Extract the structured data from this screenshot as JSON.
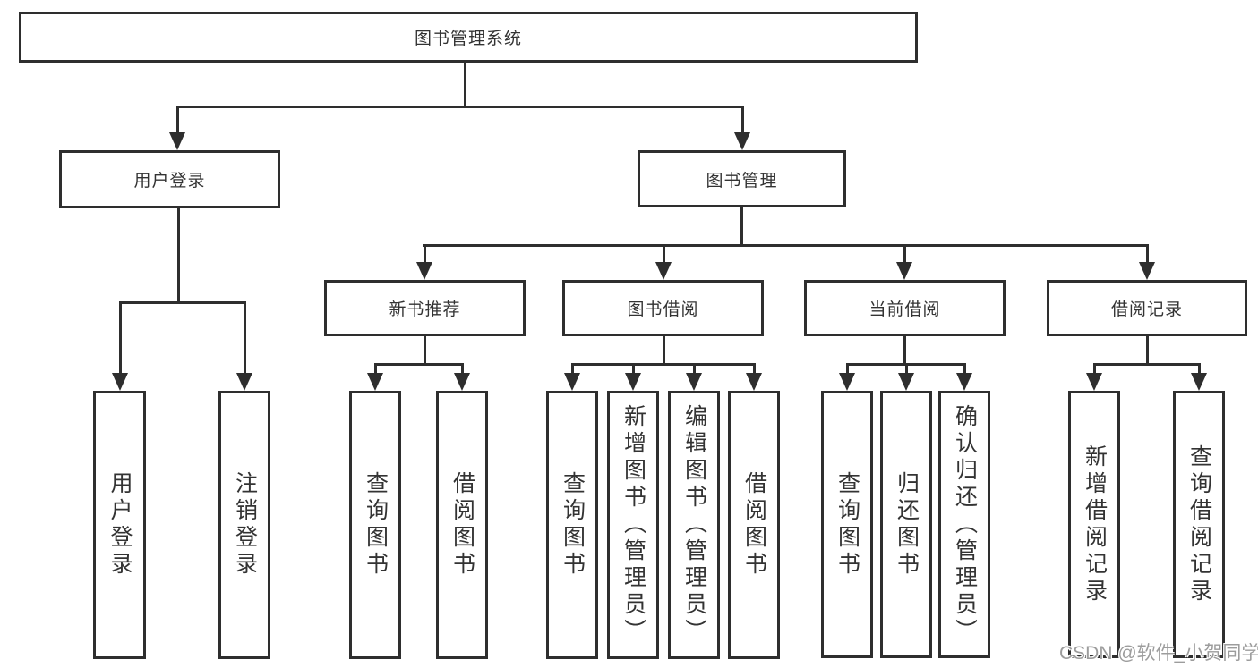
{
  "diagram_title": "图书管理系统",
  "nodes": {
    "root": {
      "label": "图书管理系统"
    },
    "user_login": {
      "label": "用户登录"
    },
    "book_management": {
      "label": "图书管理"
    },
    "leaf_user_login": {
      "label": "用户登录"
    },
    "leaf_logout": {
      "label": "注销登录"
    },
    "new_book_recommend": {
      "label": "新书推荐"
    },
    "book_borrow": {
      "label": "图书借阅"
    },
    "current_borrow": {
      "label": "当前借阅"
    },
    "borrow_records": {
      "label": "借阅记录"
    },
    "nb_query_books": {
      "label": "查询图书"
    },
    "nb_borrow_books": {
      "label": "借阅图书"
    },
    "bb_query_books": {
      "label": "查询图书"
    },
    "bb_add_books": {
      "label": "新增图书（管理员）"
    },
    "bb_edit_books": {
      "label": "编辑图书（管理员）"
    },
    "bb_borrow_books": {
      "label": "借阅图书"
    },
    "cb_query_books": {
      "label": "查询图书"
    },
    "cb_return_books": {
      "label": "归还图书"
    },
    "cb_confirm_return": {
      "label": "确认归还（管理员）"
    },
    "br_add_record": {
      "label": "新增借阅记录"
    },
    "br_query_record": {
      "label": "查询借阅记录"
    }
  },
  "hierarchy": {
    "图书管理系统": {
      "用户登录": [
        "用户登录",
        "注销登录"
      ],
      "图书管理": {
        "新书推荐": [
          "查询图书",
          "借阅图书"
        ],
        "图书借阅": [
          "查询图书",
          "新增图书（管理员）",
          "编辑图书（管理员）",
          "借阅图书"
        ],
        "当前借阅": [
          "查询图书",
          "归还图书",
          "确认归还（管理员）"
        ],
        "借阅记录": [
          "新增借阅记录",
          "查询借阅记录"
        ]
      }
    }
  },
  "watermark": {
    "text": "CSDN @软件_小贺同学",
    "color": "#9c9c9c"
  },
  "colors": {
    "line": "#2e2e2e",
    "box_border": "#2e2e2e",
    "text": "#333333",
    "background": "#ffffff"
  }
}
